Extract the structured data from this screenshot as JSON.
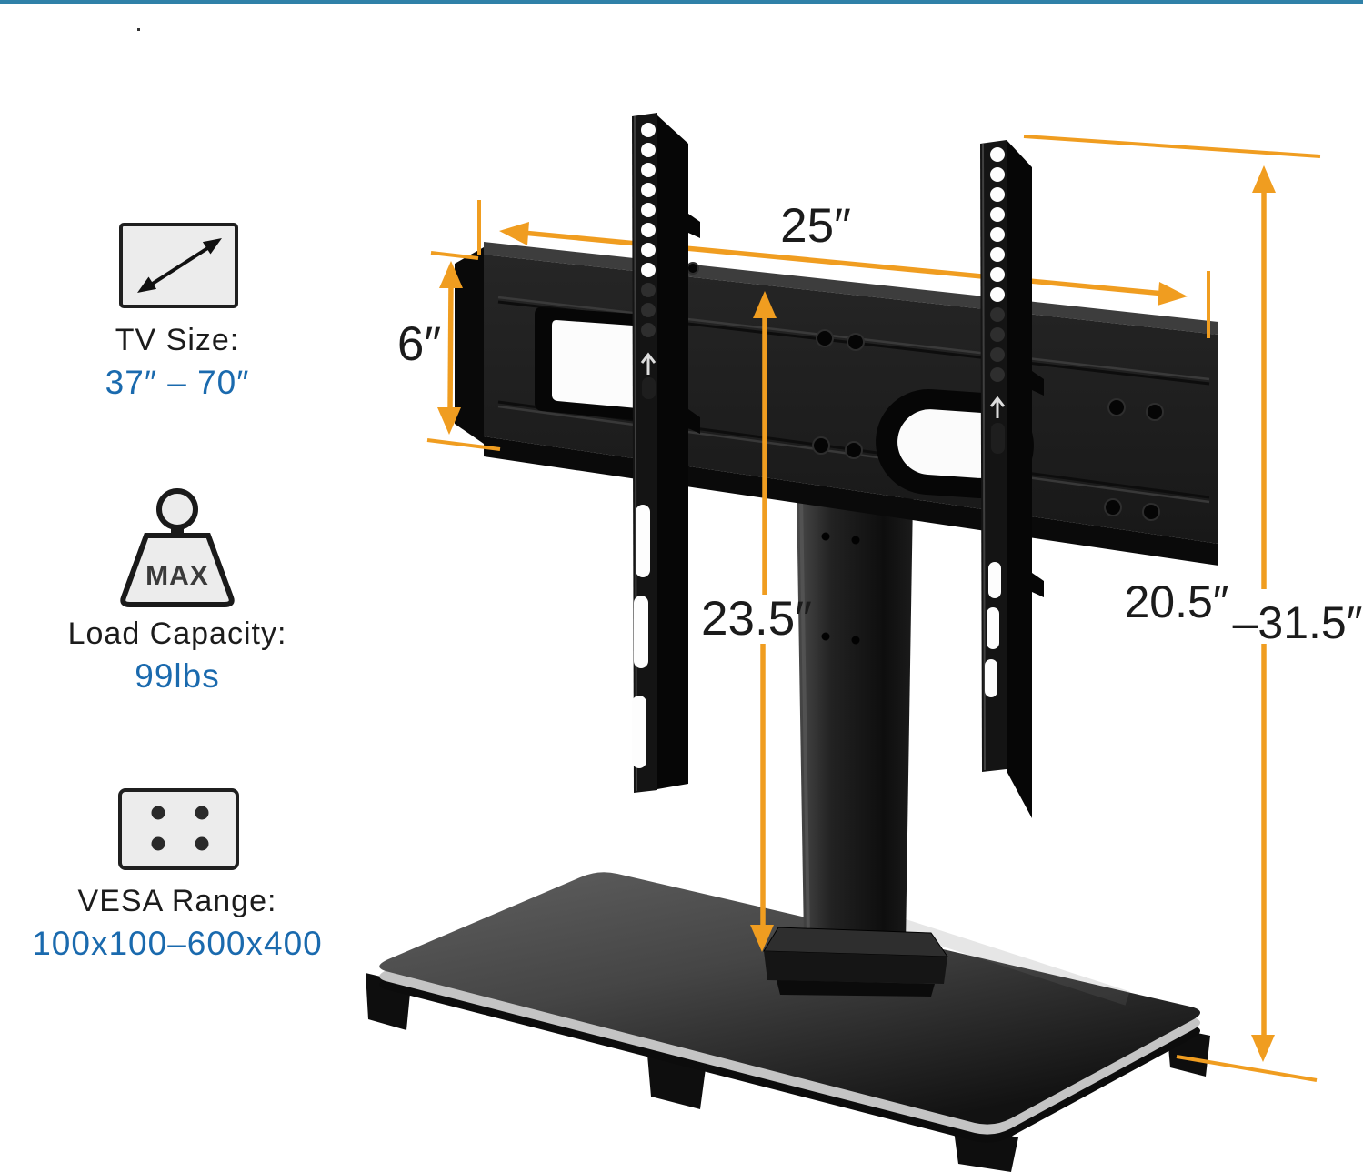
{
  "header": {
    "top_border_color": "#2f81a8"
  },
  "specs": {
    "tv_size": {
      "label": "TV Size:",
      "value": "37″ – 70″"
    },
    "load": {
      "label": "Load Capacity:",
      "value": "99lbs",
      "icon_text": "MAX"
    },
    "vesa": {
      "label": "VESA Range:",
      "value": "100x100–600x400"
    }
  },
  "dimensions": {
    "bracket_width": "25″",
    "bracket_height": "6″",
    "pole_height": "23.5″",
    "height_min": "20.5″",
    "height_max": "–31.5″"
  },
  "colors": {
    "accent_orange": "#F09D20",
    "value_blue": "#1a6aae"
  }
}
